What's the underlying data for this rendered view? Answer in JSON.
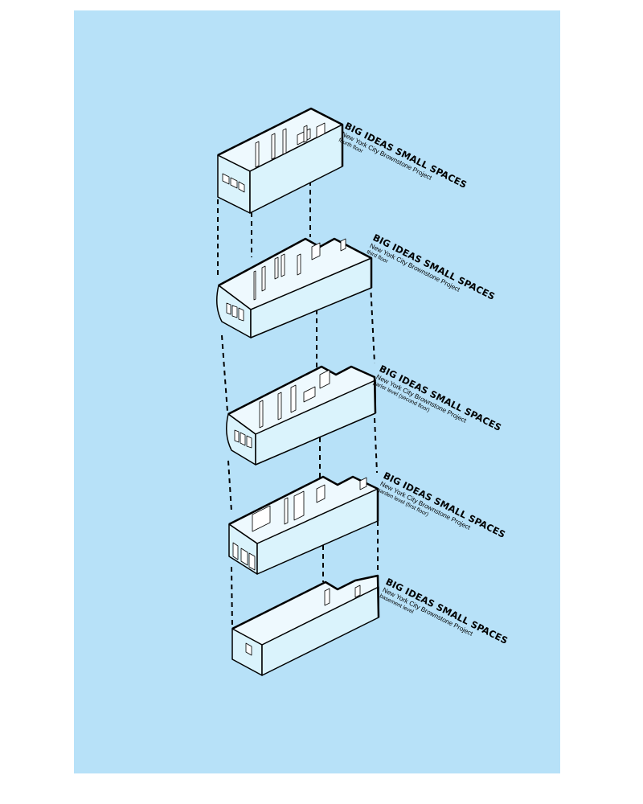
{
  "colors": {
    "background": "#b7e1f8",
    "wall_face": "#daf3fc",
    "floor_face": "#eef9fe",
    "line": "#000000"
  },
  "floors": [
    {
      "key": "fourth",
      "title": "BIG IDEAS SMALL SPACES",
      "subtitle": "New York City Brownstone Project",
      "floor_name": "fourth floor"
    },
    {
      "key": "third",
      "title": "BIG IDEAS SMALL SPACES",
      "subtitle": "New York City Brownstone Project",
      "floor_name": "third floor"
    },
    {
      "key": "parlor",
      "title": "BIG IDEAS SMALL SPACES",
      "subtitle": "New York City Brownstone Project",
      "floor_name": "parlor level (second floor)"
    },
    {
      "key": "garden",
      "title": "BIG IDEAS SMALL SPACES",
      "subtitle": "New York City Brownstone Project",
      "floor_name": "garden level (first floor)"
    },
    {
      "key": "basement",
      "title": "BIG IDEAS SMALL SPACES",
      "subtitle": "New York City Brownstone Project",
      "floor_name": "basement level"
    }
  ]
}
